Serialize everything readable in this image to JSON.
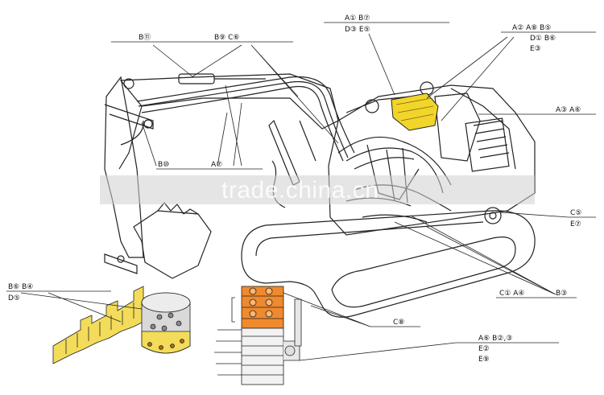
{
  "watermark": "trade.china.cn",
  "callouts": [
    {
      "id": "top-center",
      "lines": [
        "A① B⑦",
        "D③ E⑤"
      ]
    },
    {
      "id": "top-right",
      "lines": [
        "A② A⑧ B⑤",
        "D① B⑥",
        "E③"
      ]
    },
    {
      "id": "top-left",
      "lines": [
        "B⑪",
        "B⑨ C⑥"
      ]
    },
    {
      "id": "right-mid",
      "lines": [
        "A③ A⑥"
      ]
    },
    {
      "id": "left-mid",
      "lines": [
        "B⑩",
        "A⑦"
      ]
    },
    {
      "id": "right-lower",
      "lines": [
        "C⑤",
        "E⑦"
      ]
    },
    {
      "id": "bottom-left",
      "lines": [
        "B⑥ B④",
        "D⑤"
      ]
    },
    {
      "id": "bottom-right-1",
      "lines": [
        "C① A④",
        "B③"
      ]
    },
    {
      "id": "bottom-center",
      "lines": [
        "C⑧"
      ]
    },
    {
      "id": "bottom-right-2",
      "lines": [
        "A⑥ B②,③",
        "E②",
        "E⑨"
      ]
    }
  ],
  "colors": {
    "line": "#222222",
    "pump_yellow": "#f2d52a",
    "valve_orange": "#f08a2e",
    "filter_yellow": "#f3dc5a",
    "filter_grey": "#d9d9d9"
  },
  "icons": [
    "excavator-illustration",
    "filter-element-illustration",
    "control-valve-illustration"
  ]
}
